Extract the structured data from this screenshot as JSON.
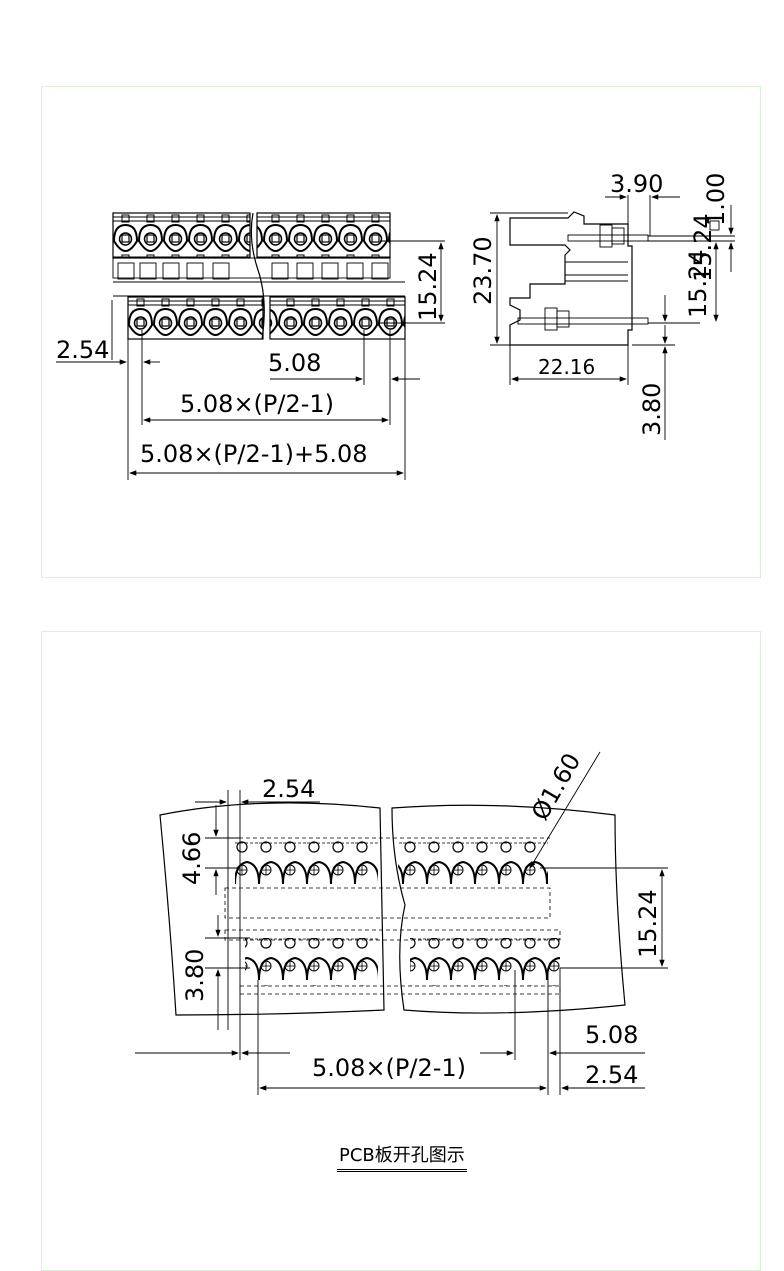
{
  "front_view": {
    "dims": {
      "pin_offset": "2.54",
      "row_spacing": "15.24",
      "pitch": "5.08",
      "span": "5.08×(P/2-1)",
      "total": "5.08×(P/2-1)+5.08"
    }
  },
  "side_view": {
    "dims": {
      "top_offset": "3.90",
      "pin_size": "1.00",
      "height": "23.70",
      "upper_row": "15.24",
      "lower_row": "15.24",
      "depth": "22.16",
      "pin_length": "3.80"
    }
  },
  "pcb_layout": {
    "dims": {
      "pin_offset": "2.54",
      "row_top": "4.66",
      "hole_diameter": "Ø1.60",
      "row_spacing": "15.24",
      "row_bottom": "3.80",
      "pitch": "5.08",
      "span": "5.08×(P/2-1)",
      "end_offset": "2.54"
    },
    "caption": "PCB板开孔图示"
  }
}
